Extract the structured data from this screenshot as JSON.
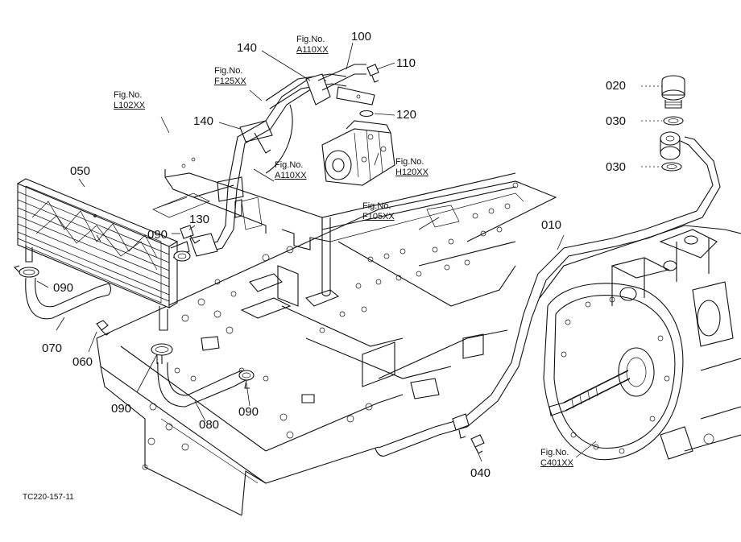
{
  "part_labels": {
    "p010": "010",
    "p020": "020",
    "p030a": "030",
    "p030b": "030",
    "p040": "040",
    "p050": "050",
    "p060": "060",
    "p070": "070",
    "p080": "080",
    "p090a": "090",
    "p090b": "090",
    "p090c": "090",
    "p090d": "090",
    "p100": "100",
    "p110": "110",
    "p120": "120",
    "p130": "130",
    "p140a": "140",
    "p140b": "140"
  },
  "figure_refs": {
    "a110_top": {
      "prefix": "Fig.No.",
      "code": "A110XX"
    },
    "f125": {
      "prefix": "Fig.No.",
      "code": "F125XX"
    },
    "l102": {
      "prefix": "Fig.No.",
      "code": "L102XX"
    },
    "a110_mid": {
      "prefix": "Fig.No.",
      "code": "A110XX"
    },
    "h120": {
      "prefix": "Fig.No.",
      "code": "H120XX"
    },
    "f105": {
      "prefix": "Fig.No.",
      "code": "F105XX"
    },
    "c401": {
      "prefix": "Fig.No.",
      "code": "C401XX"
    }
  },
  "drawing_number": "TC220-157-11"
}
